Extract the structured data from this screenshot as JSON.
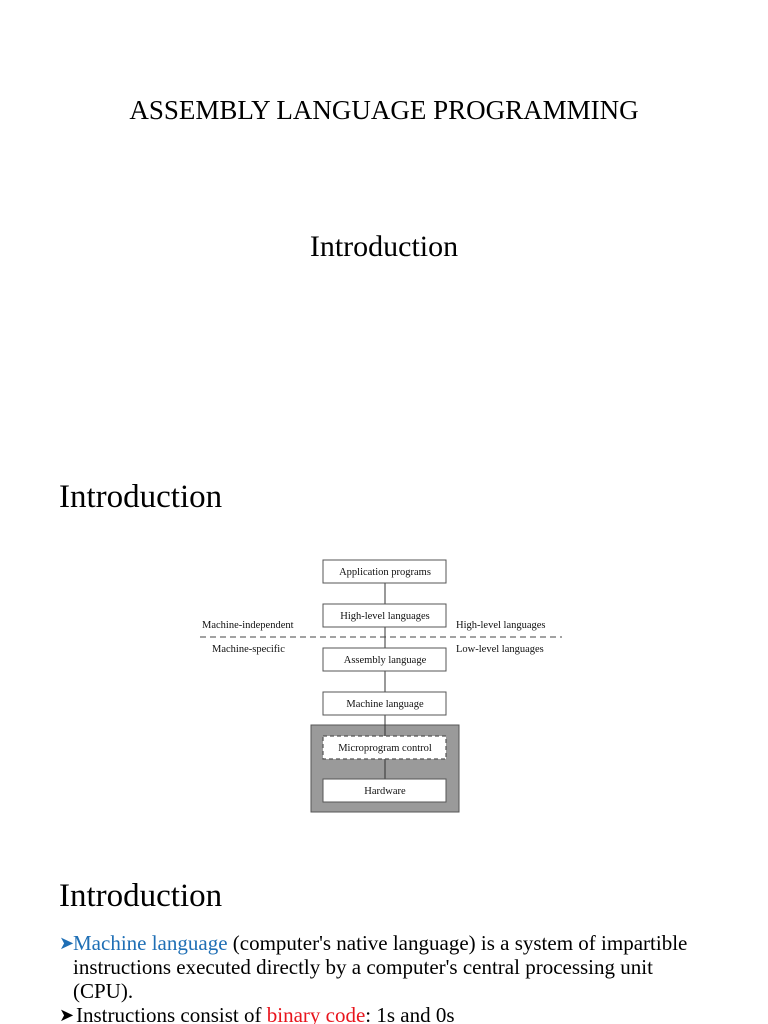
{
  "document": {
    "title": "ASSEMBLY LANGUAGE PROGRAMMING"
  },
  "slide1": {
    "title": "Introduction"
  },
  "slide2": {
    "heading": "Introduction",
    "figure": {
      "boxes": {
        "application": "Application programs",
        "high_level": "High-level languages",
        "assembly": "Assembly language",
        "machine": "Machine language",
        "microprogram": "Microprogram control",
        "hardware": "Hardware"
      },
      "labels": {
        "machine_independent": "Machine-independent",
        "machine_specific": "Machine-specific",
        "high_level_languages": "High-level languages",
        "low_level_languages": "Low-level languages"
      },
      "colors": {
        "hardware_block": "#9a9a9a",
        "box_border": "#555555"
      }
    }
  },
  "slide3": {
    "heading": "Introduction",
    "bullet1": {
      "term": "Machine language",
      "rest": " (computer's native language) is a system of impartible instructions executed directly by a computer's central processing unit (CPU)."
    },
    "bullet2": {
      "lead": "Instructions consist of ",
      "term": "binary code",
      "rest": ": 1s and 0s"
    },
    "colors": {
      "term_blue": "#1f6fb5",
      "term_red": "#e8141c"
    },
    "icons": {
      "bullet": "arrowhead-bullet-icon"
    }
  }
}
